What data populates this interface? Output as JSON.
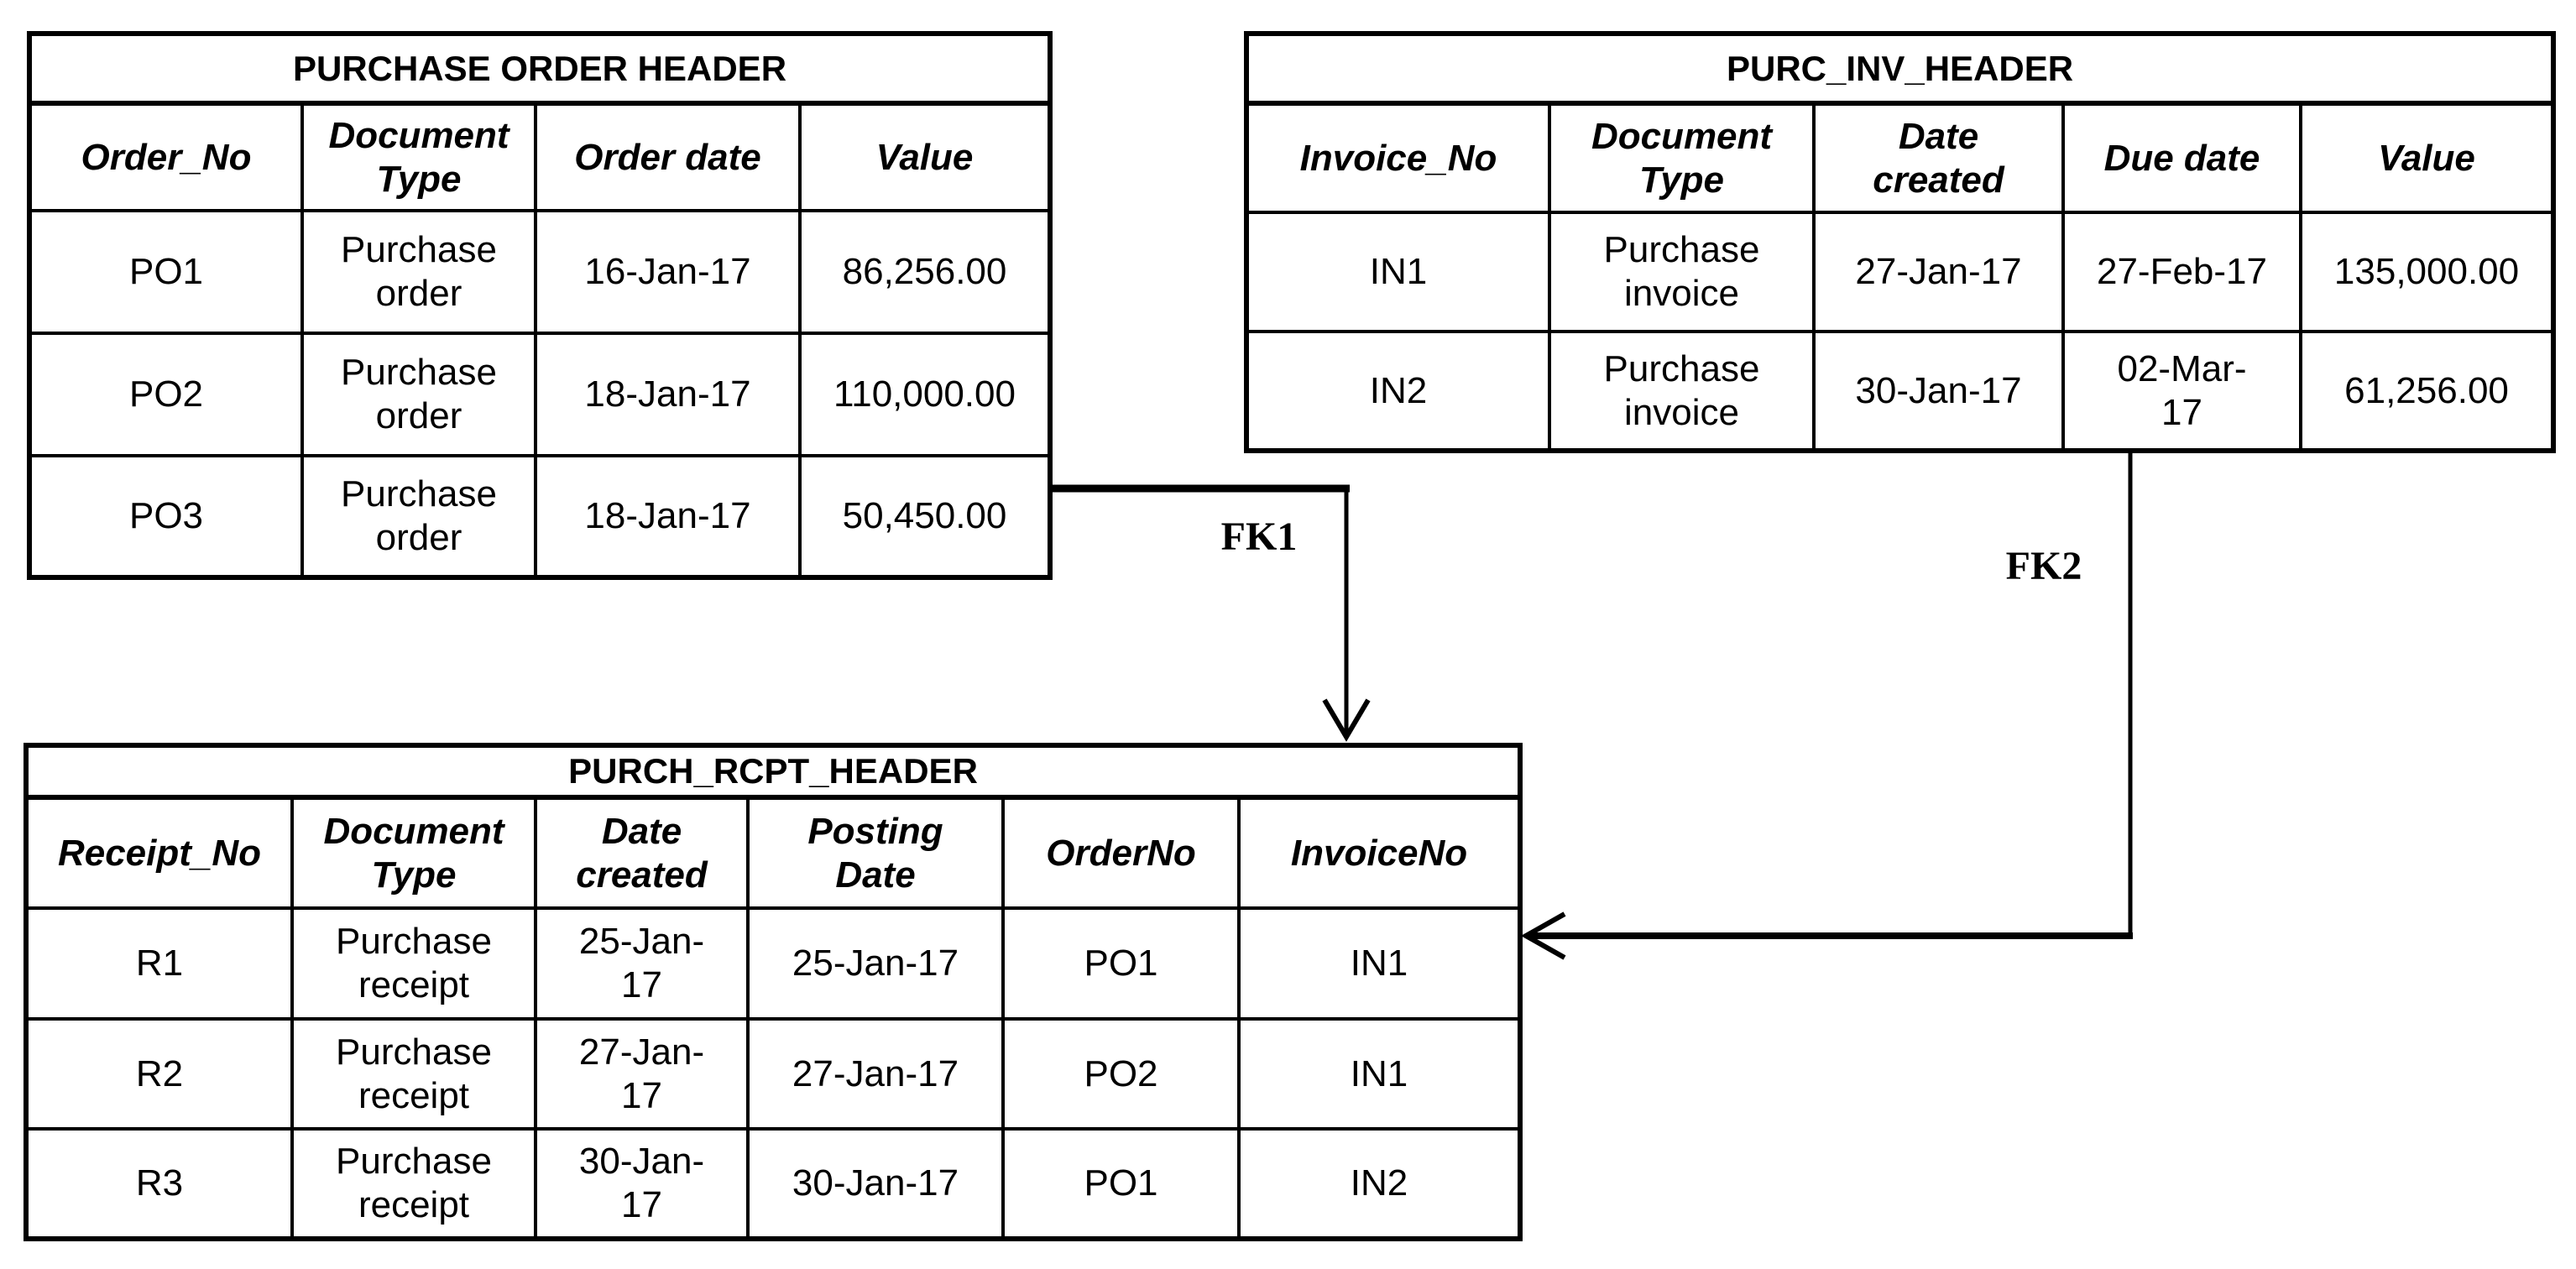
{
  "diagram": {
    "background_color": "#ffffff",
    "line_color": "#000000",
    "tables": {
      "purchase_order": {
        "title": "PURCHASE ORDER HEADER",
        "headers": [
          "Order_No",
          "Document\nType",
          "Order date",
          "Value"
        ],
        "rows": [
          [
            "PO1",
            "Purchase\norder",
            "16-Jan-17",
            "86,256.00"
          ],
          [
            "PO2",
            "Purchase\norder",
            "18-Jan-17",
            "110,000.00"
          ],
          [
            "PO3",
            "Purchase\norder",
            "18-Jan-17",
            "50,450.00"
          ]
        ]
      },
      "purchase_invoice": {
        "title": "PURC_INV_HEADER",
        "headers": [
          "Invoice_No",
          "Document\nType",
          "Date\ncreated",
          "Due date",
          "Value"
        ],
        "rows": [
          [
            "IN1",
            "Purchase\ninvoice",
            "27-Jan-17",
            "27-Feb-17",
            "135,000.00"
          ],
          [
            "IN2",
            "Purchase\ninvoice",
            "30-Jan-17",
            "02-Mar-\n17",
            "61,256.00"
          ]
        ]
      },
      "purchase_receipt": {
        "title": "PURCH_RCPT_HEADER",
        "headers": [
          "Receipt_No",
          "Document\nType",
          "Date\ncreated",
          "Posting\nDate",
          "OrderNo",
          "InvoiceNo"
        ],
        "rows": [
          [
            "R1",
            "Purchase\nreceipt",
            "25-Jan-\n17",
            "25-Jan-17",
            "PO1",
            "IN1"
          ],
          [
            "R2",
            "Purchase\nreceipt",
            "27-Jan-\n17",
            "27-Jan-17",
            "PO2",
            "IN1"
          ],
          [
            "R3",
            "Purchase\nreceipt",
            "30-Jan-\n17",
            "30-Jan-17",
            "PO1",
            "IN2"
          ]
        ]
      }
    },
    "relationships": [
      {
        "label": "FK1",
        "from": "PURCHASE ORDER HEADER",
        "to": "PURCH_RCPT_HEADER"
      },
      {
        "label": "FK2",
        "from": "PURC_INV_HEADER",
        "to": "PURCH_RCPT_HEADER"
      }
    ]
  }
}
